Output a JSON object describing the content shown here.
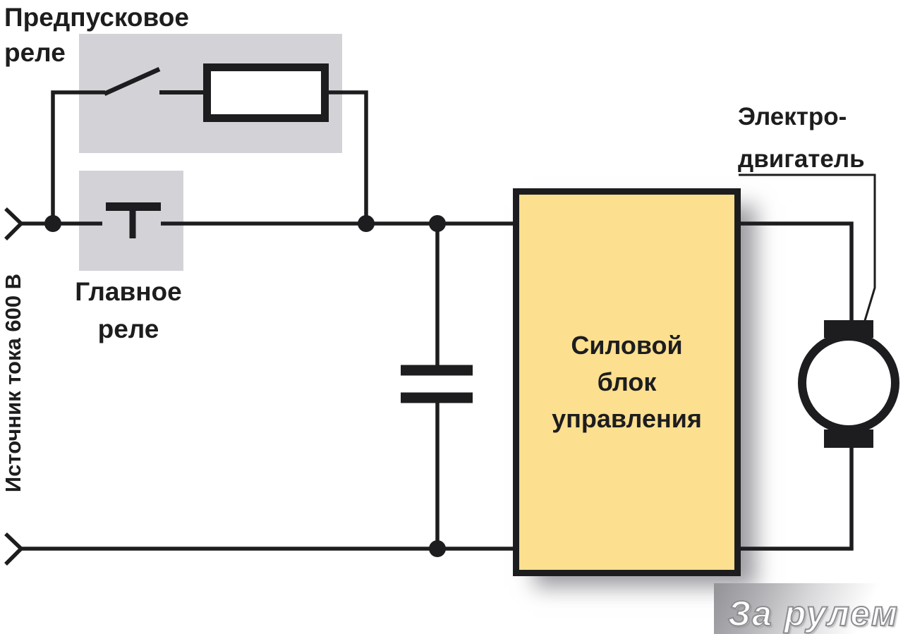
{
  "labels": {
    "prestart_relay": "Предпусковое\nреле",
    "source": "Источник тока 600 В",
    "main_relay": "Главное\nреле",
    "power_unit": "Силовой\nблок\nуправления",
    "motor": "Электро-\nдвигатель",
    "watermark": "За рулем"
  },
  "colors": {
    "relay_gray": "#d3d3d7",
    "unit_yellow": "#fcdf8f",
    "line_black": "#1d1d1f",
    "shadow_gray": "#8f8f94"
  },
  "symbols": {
    "terminal_top": "chevron-terminal-icon",
    "terminal_bottom": "chevron-terminal-icon",
    "prestart_switch": "open-switch-icon",
    "prestart_resistor": "resistor-icon",
    "main_relay_contact": "contactor-contact-icon",
    "capacitor": "capacitor-icon",
    "motor": "dc-motor-icon",
    "junction": "junction-dot"
  }
}
